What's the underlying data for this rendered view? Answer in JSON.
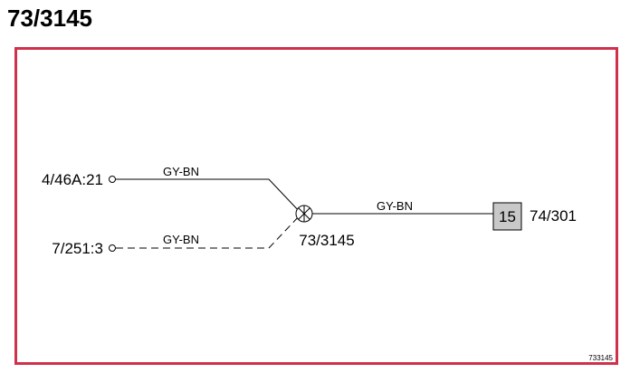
{
  "page": {
    "title": "73/3145",
    "ref_code": "733145"
  },
  "colors": {
    "frame": "#d0304c",
    "wire": "#000000",
    "connector_fill": "#c8c8c8"
  },
  "diagram": {
    "terminals": [
      {
        "id": "t1",
        "label": "4/46A:21"
      },
      {
        "id": "t2",
        "label": "7/251:3"
      }
    ],
    "wires": [
      {
        "id": "w1",
        "color_code": "GY-BN",
        "style": "solid"
      },
      {
        "id": "w2",
        "color_code": "GY-BN",
        "style": "dashed"
      },
      {
        "id": "w3",
        "color_code": "GY-BN",
        "style": "solid"
      }
    ],
    "splice": {
      "label": "73/3145",
      "icon": "splice-junction-icon"
    },
    "connector": {
      "pin": "15",
      "label": "74/301"
    }
  }
}
